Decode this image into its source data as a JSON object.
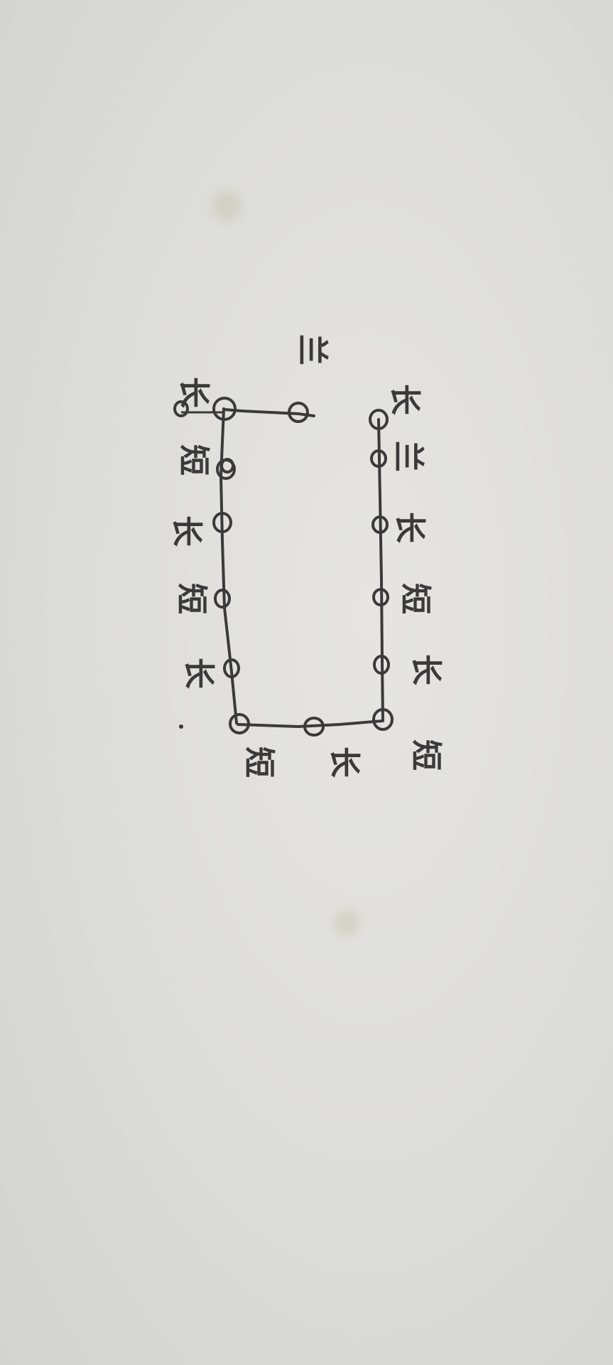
{
  "diagram": {
    "ink_color": "#3a3a3a",
    "paper_color": "#dcdcd8",
    "labels": {
      "top_left_long": "长",
      "top_left_mark": "兰",
      "top_mid_long": "长",
      "top_mid_mark": "短",
      "top_right_long": "长",
      "right_corner_short": "短",
      "right_mid_long": "长",
      "right_bottom_short": "短",
      "bottom_right_long": "长",
      "bottom_mid_short": "短",
      "bottom_mid_long": "长",
      "bottom_left_short": "短",
      "bottom_left_long": "长",
      "left_side_mark": "兰"
    }
  }
}
